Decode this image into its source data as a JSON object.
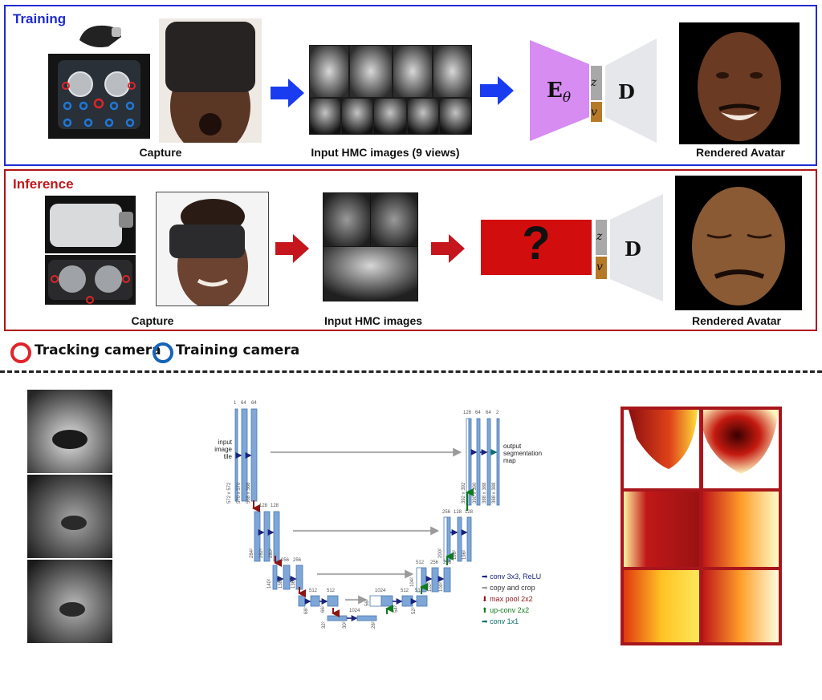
{
  "training": {
    "title": "Training",
    "captions": {
      "capture": "Capture",
      "inputs": "Input HMC images (9 views)",
      "avatar": "Rendered Avatar"
    },
    "encoder_label": "E",
    "encoder_subscript": "θ",
    "z_label": "z",
    "v_label": "v",
    "decoder_label": "D",
    "colors": {
      "frame": "#1f2bd1",
      "arrow": "#1a3cf0",
      "encoder": "#d68cf0"
    }
  },
  "inference": {
    "title": "Inference",
    "captions": {
      "capture": "Capture",
      "inputs": "Input HMC images",
      "avatar": "Rendered Avatar"
    },
    "unknown_label": "?",
    "z_label": "z",
    "v_label": "v",
    "decoder_label": "D",
    "colors": {
      "frame": "#b01515",
      "arrow": "#c4161c",
      "unknown_box": "#d20d0d"
    }
  },
  "legend": {
    "tracking": "Tracking camera",
    "training": "Training camera",
    "tracking_color": "#e0242a",
    "training_color": "#1565b8"
  },
  "unet": {
    "labels": {
      "input": [
        "input",
        "image",
        "tile"
      ],
      "output": [
        "output",
        "segmentation",
        "map"
      ]
    },
    "channels": {
      "l1": [
        "1",
        "64",
        "64"
      ],
      "l2": [
        "128",
        "128"
      ],
      "l3": [
        "256",
        "256"
      ],
      "l4": [
        "512",
        "512"
      ],
      "l5": [
        "1024"
      ],
      "r4": [
        "1024",
        "512",
        "512"
      ],
      "r3": [
        "512",
        "256",
        "256"
      ],
      "r2": [
        "256",
        "128",
        "128"
      ],
      "r1": [
        "128",
        "64",
        "64",
        "2"
      ]
    },
    "sizes": {
      "l1": [
        "572 x 572",
        "570 x 570",
        "568 x 568"
      ],
      "l2": [
        "284²",
        "282²",
        "280²"
      ],
      "l3": [
        "140²",
        "138²",
        "136²"
      ],
      "l4": [
        "68²",
        "66²",
        "64²"
      ],
      "l5": [
        "32²",
        "30²",
        "28²"
      ],
      "r4": [
        "56²",
        "54²",
        "52²"
      ],
      "r3": [
        "104²",
        "102²",
        "100²"
      ],
      "r2": [
        "200²",
        "198²",
        "196²"
      ],
      "r1": [
        "392 x 392",
        "390 x 390",
        "388 x 388",
        "388 x 388"
      ]
    },
    "legend": [
      {
        "text": "conv 3x3, ReLU",
        "color": "#1a237e"
      },
      {
        "text": "copy and crop",
        "color": "#9a9a9a"
      },
      {
        "text": "max pool 2x2",
        "color": "#8b1515"
      },
      {
        "text": "up-conv 2x2",
        "color": "#0e7a1e"
      },
      {
        "text": "conv 1x1",
        "color": "#0e6f73"
      }
    ]
  }
}
